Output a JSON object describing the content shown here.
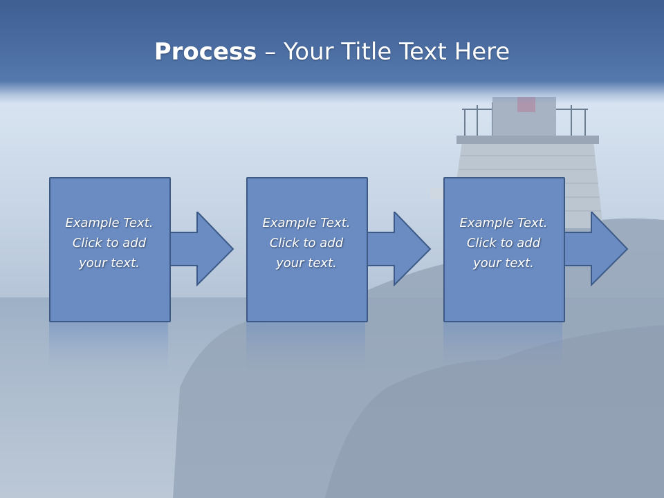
{
  "slide": {
    "title_bold": "Process",
    "title_rest": " – Your Title Text Here"
  },
  "steps": [
    {
      "line1": "Example Text.",
      "line2": "Click  to add",
      "line3": "your text."
    },
    {
      "line1": "Example Text.",
      "line2": "Click  to add",
      "line3": "your text."
    },
    {
      "line1": "Example Text.",
      "line2": "Click  to add",
      "line3": "your text."
    }
  ],
  "colors": {
    "title_band": "#4a6ca1",
    "step_fill": "#6a8cc3",
    "step_border": "#3c5a85",
    "text": "#ffffff"
  },
  "background": {
    "scene": "lighthouse-on-rocky-shore"
  }
}
